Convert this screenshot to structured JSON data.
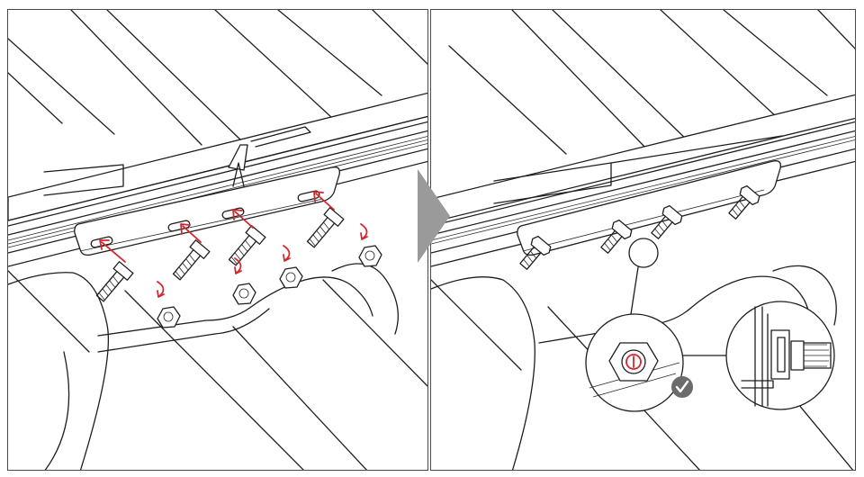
{
  "figure": {
    "panels": [
      {
        "id": "before",
        "action": "insert-bolts-and-tighten-nuts",
        "bolt_count": 4
      },
      {
        "id": "after",
        "action": "bolts-installed-detail-verified",
        "bolt_count": 4
      }
    ],
    "colors": {
      "line": "#1e1e1e",
      "arrow_red": "#d6262b",
      "step_arrow": "#9a9a9a",
      "check_badge": "#6b6b6b",
      "background": "#ffffff"
    },
    "icons": {
      "step": "chevron-right-icon",
      "verified": "check-circle-icon",
      "insert": "red-insert-arrow-icon",
      "tighten": "red-curved-arrow-icon"
    }
  }
}
